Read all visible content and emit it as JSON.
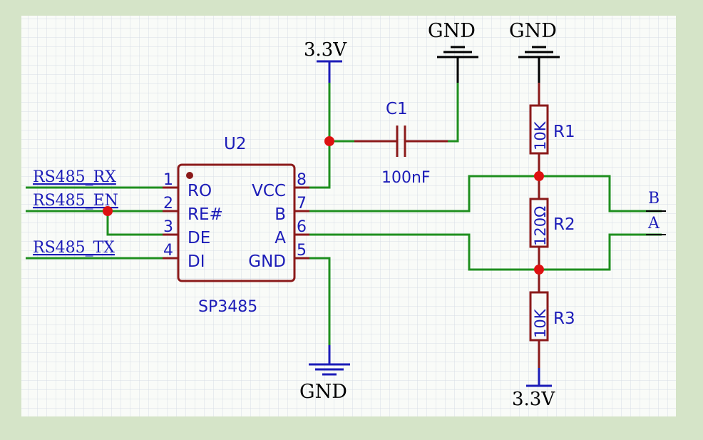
{
  "colors": {
    "grid_bg": "#f9fbf8",
    "grid_line": "#d6dde6",
    "wire": "#1f8f1f",
    "body": "#8b1a1a",
    "pin_text": "#1c1cb8",
    "power": "#1c1cb8",
    "ground": "#000000",
    "junction": "#dd1111"
  },
  "ic": {
    "ref": "U2",
    "part": "SP3485",
    "pins_left": [
      {
        "num": "1",
        "name": "RO"
      },
      {
        "num": "2",
        "name": "RE#"
      },
      {
        "num": "3",
        "name": "DE"
      },
      {
        "num": "4",
        "name": "DI"
      }
    ],
    "pins_right": [
      {
        "num": "8",
        "name": "VCC"
      },
      {
        "num": "7",
        "name": "B"
      },
      {
        "num": "6",
        "name": "A"
      },
      {
        "num": "5",
        "name": "GND"
      }
    ]
  },
  "nets": {
    "rx": "RS485_RX",
    "en": "RS485_EN",
    "tx": "RS485_TX",
    "b_port": "B",
    "a_port": "A"
  },
  "power": {
    "vcc_top": "3.3V",
    "vcc_bottom": "3.3V",
    "gnd_cap": "GND",
    "gnd_r1": "GND",
    "gnd_ic": "GND"
  },
  "components": {
    "c1": {
      "ref": "C1",
      "value": "100nF"
    },
    "r1": {
      "ref": "R1",
      "value": "10K"
    },
    "r2": {
      "ref": "R2",
      "value": "120Ω"
    },
    "r3": {
      "ref": "R3",
      "value": "10K"
    }
  }
}
